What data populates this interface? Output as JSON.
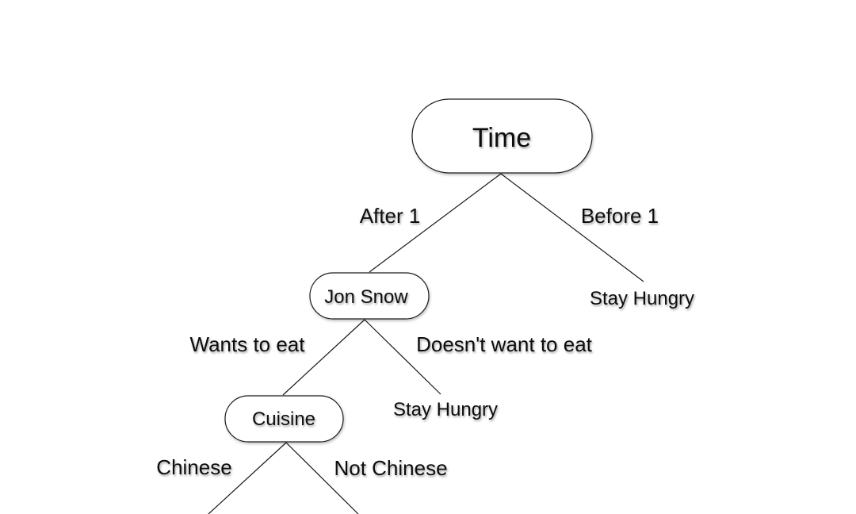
{
  "nodes": {
    "time": "Time",
    "jon_snow": "Jon Snow",
    "cuisine": "Cuisine"
  },
  "leaves": {
    "stay_hungry_before": "Stay Hungry",
    "stay_hungry_no_eat": "Stay Hungry"
  },
  "edges": {
    "after_1": "After 1",
    "before_1": "Before 1",
    "wants_to_eat": "Wants to eat",
    "doesnt_want_to_eat": "Doesn't want to eat",
    "chinese": "Chinese",
    "not_chinese": "Not Chinese"
  },
  "colors": {
    "line": "#1a1a1a",
    "text": "#111111",
    "background": "#ffffff"
  }
}
